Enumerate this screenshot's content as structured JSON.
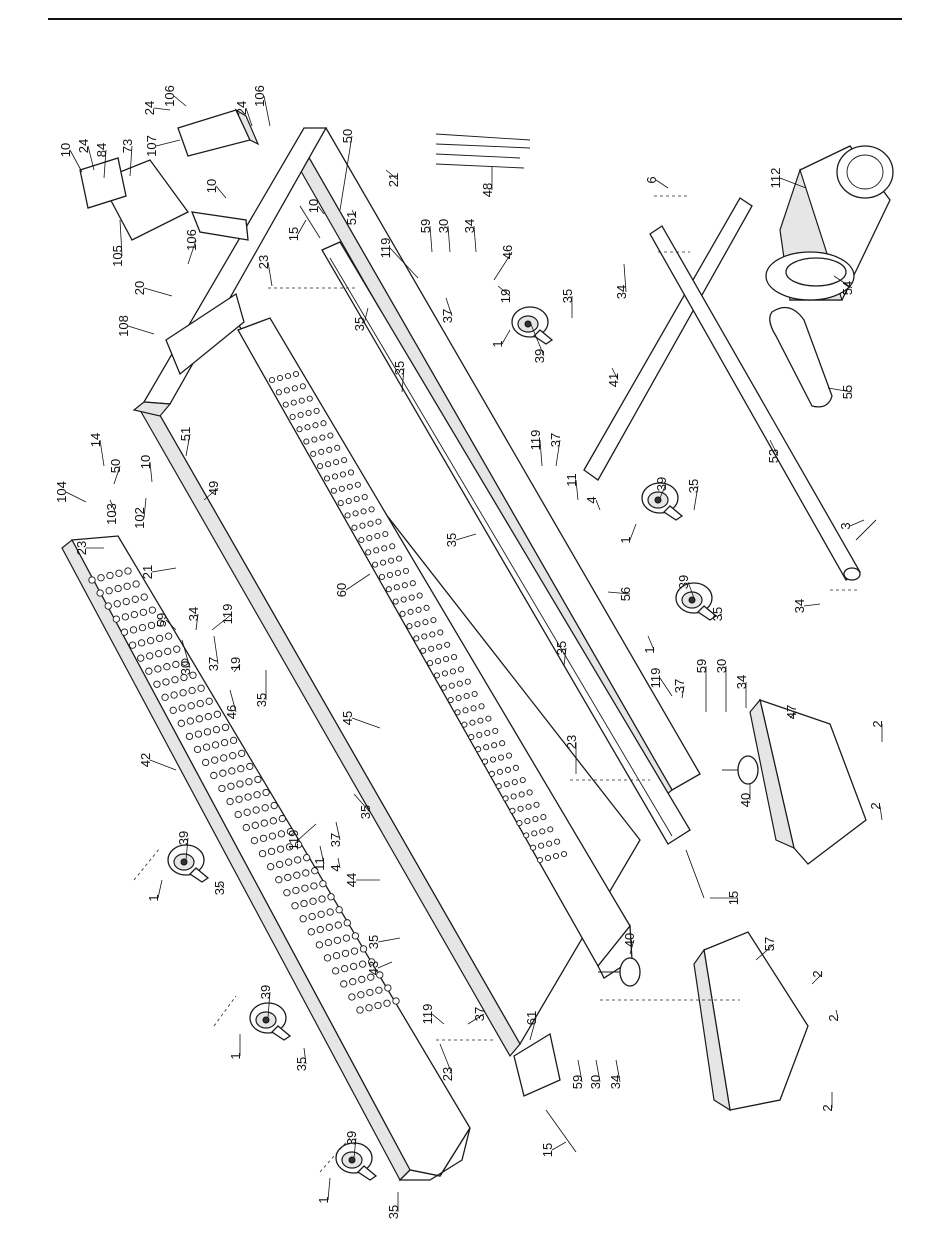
{
  "page": {
    "background": "#ffffff",
    "line_color": "#1a1a1a"
  },
  "diagram": {
    "type": "exploded parts view",
    "callouts": [
      {
        "id": "c-10a",
        "label": "10"
      },
      {
        "id": "c-24a",
        "label": "24"
      },
      {
        "id": "c-84",
        "label": "84"
      },
      {
        "id": "c-73",
        "label": "73"
      },
      {
        "id": "c-24b",
        "label": "24"
      },
      {
        "id": "c-106a",
        "label": "106"
      },
      {
        "id": "c-107",
        "label": "107"
      },
      {
        "id": "c-24c",
        "label": "24"
      },
      {
        "id": "c-106b",
        "label": "106"
      },
      {
        "id": "c-10b",
        "label": "10"
      },
      {
        "id": "c-50a",
        "label": "50"
      },
      {
        "id": "c-21a",
        "label": "21"
      },
      {
        "id": "c-48",
        "label": "48"
      },
      {
        "id": "c-6",
        "label": "6"
      },
      {
        "id": "c-112",
        "label": "112"
      },
      {
        "id": "c-105",
        "label": "105"
      },
      {
        "id": "c-106c",
        "label": "106"
      },
      {
        "id": "c-15a",
        "label": "15"
      },
      {
        "id": "c-10c",
        "label": "10"
      },
      {
        "id": "c-51a",
        "label": "51"
      },
      {
        "id": "c-20",
        "label": "20"
      },
      {
        "id": "c-23a",
        "label": "23"
      },
      {
        "id": "c-119a",
        "label": "119"
      },
      {
        "id": "c-59a",
        "label": "59"
      },
      {
        "id": "c-30a",
        "label": "30"
      },
      {
        "id": "c-34a",
        "label": "34"
      },
      {
        "id": "c-46a",
        "label": "46"
      },
      {
        "id": "c-108",
        "label": "108"
      },
      {
        "id": "c-35a",
        "label": "35"
      },
      {
        "id": "c-37a",
        "label": "37"
      },
      {
        "id": "c-19a",
        "label": "19"
      },
      {
        "id": "c-35b",
        "label": "35"
      },
      {
        "id": "c-1a",
        "label": "1"
      },
      {
        "id": "c-39a",
        "label": "39"
      },
      {
        "id": "c-34b",
        "label": "34"
      },
      {
        "id": "c-54",
        "label": "54"
      },
      {
        "id": "c-55",
        "label": "55"
      },
      {
        "id": "c-41",
        "label": "41"
      },
      {
        "id": "c-35c",
        "label": "35"
      },
      {
        "id": "c-14",
        "label": "14"
      },
      {
        "id": "c-104",
        "label": "104"
      },
      {
        "id": "c-50b",
        "label": "50"
      },
      {
        "id": "c-10d",
        "label": "10"
      },
      {
        "id": "c-51b",
        "label": "51"
      },
      {
        "id": "c-49",
        "label": "49"
      },
      {
        "id": "c-103",
        "label": "103"
      },
      {
        "id": "c-102",
        "label": "102"
      },
      {
        "id": "c-119b",
        "label": "119"
      },
      {
        "id": "c-37b",
        "label": "37"
      },
      {
        "id": "c-11a",
        "label": "11"
      },
      {
        "id": "c-4a",
        "label": "4"
      },
      {
        "id": "c-39b",
        "label": "39"
      },
      {
        "id": "c-35d",
        "label": "35"
      },
      {
        "id": "c-1b",
        "label": "1"
      },
      {
        "id": "c-53",
        "label": "53"
      },
      {
        "id": "c-3",
        "label": "3"
      },
      {
        "id": "c-23b",
        "label": "23"
      },
      {
        "id": "c-21b",
        "label": "21"
      },
      {
        "id": "c-35e",
        "label": "35"
      },
      {
        "id": "c-60",
        "label": "60"
      },
      {
        "id": "c-56",
        "label": "56"
      },
      {
        "id": "c-34c",
        "label": "34"
      },
      {
        "id": "c-59b",
        "label": "59"
      },
      {
        "id": "c-34d",
        "label": "34"
      },
      {
        "id": "c-119c",
        "label": "119"
      },
      {
        "id": "c-30b",
        "label": "30"
      },
      {
        "id": "c-37c",
        "label": "37"
      },
      {
        "id": "c-39c",
        "label": "39"
      },
      {
        "id": "c-35f",
        "label": "35"
      },
      {
        "id": "c-1c",
        "label": "1"
      },
      {
        "id": "c-35g",
        "label": "35"
      },
      {
        "id": "c-119d",
        "label": "119"
      },
      {
        "id": "c-37d",
        "label": "37"
      },
      {
        "id": "c-59c",
        "label": "59"
      },
      {
        "id": "c-30c",
        "label": "30"
      },
      {
        "id": "c-34e",
        "label": "34"
      },
      {
        "id": "c-47",
        "label": "47"
      },
      {
        "id": "c-19b",
        "label": "19"
      },
      {
        "id": "c-46b",
        "label": "46"
      },
      {
        "id": "c-35h",
        "label": "35"
      },
      {
        "id": "c-45",
        "label": "45"
      },
      {
        "id": "c-2a",
        "label": "2"
      },
      {
        "id": "c-23c",
        "label": "23"
      },
      {
        "id": "c-42",
        "label": "42"
      },
      {
        "id": "c-40a",
        "label": "40"
      },
      {
        "id": "c-2b",
        "label": "2"
      },
      {
        "id": "c-119e",
        "label": "119"
      },
      {
        "id": "c-35i",
        "label": "35"
      },
      {
        "id": "c-37e",
        "label": "37"
      },
      {
        "id": "c-11b",
        "label": "11"
      },
      {
        "id": "c-4b",
        "label": "4"
      },
      {
        "id": "c-39d",
        "label": "39"
      },
      {
        "id": "c-44",
        "label": "44"
      },
      {
        "id": "c-15b",
        "label": "15"
      },
      {
        "id": "c-1d",
        "label": "1"
      },
      {
        "id": "c-35j",
        "label": "35"
      },
      {
        "id": "c-35k",
        "label": "35"
      },
      {
        "id": "c-43",
        "label": "43"
      },
      {
        "id": "c-57",
        "label": "57"
      },
      {
        "id": "c-2c",
        "label": "2"
      },
      {
        "id": "c-119f",
        "label": "119"
      },
      {
        "id": "c-37f",
        "label": "37"
      },
      {
        "id": "c-39e",
        "label": "39"
      },
      {
        "id": "c-2d",
        "label": "2"
      },
      {
        "id": "c-40b",
        "label": "40"
      },
      {
        "id": "c-61",
        "label": "61"
      },
      {
        "id": "c-1e",
        "label": "1"
      },
      {
        "id": "c-35l",
        "label": "35"
      },
      {
        "id": "c-23d",
        "label": "23"
      },
      {
        "id": "c-59d",
        "label": "59"
      },
      {
        "id": "c-30d",
        "label": "30"
      },
      {
        "id": "c-34f",
        "label": "34"
      },
      {
        "id": "c-2e",
        "label": "2"
      },
      {
        "id": "c-39f",
        "label": "39"
      },
      {
        "id": "c-15c",
        "label": "15"
      },
      {
        "id": "c-1f",
        "label": "1"
      },
      {
        "id": "c-35m",
        "label": "35"
      }
    ]
  }
}
